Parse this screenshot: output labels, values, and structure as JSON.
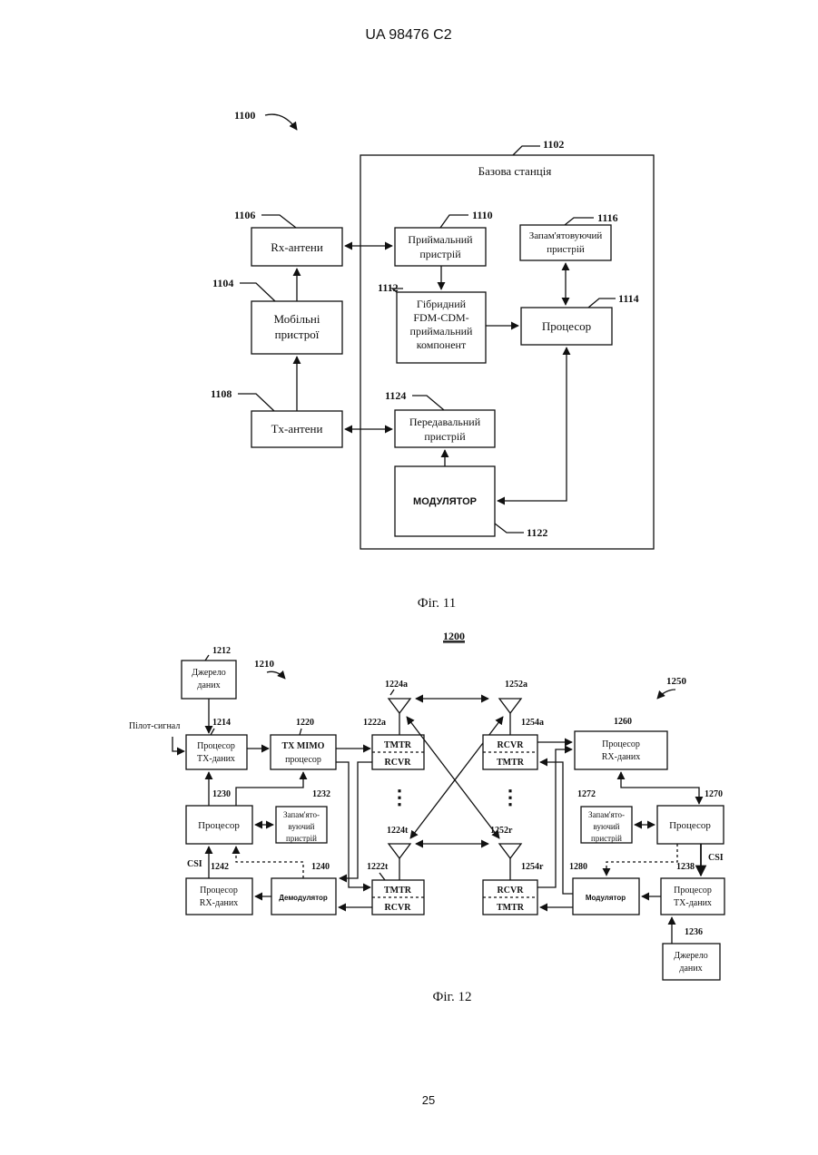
{
  "header": {
    "patent": "UA   98476   C2"
  },
  "page_number": "25",
  "fig11": {
    "caption": "Фіг. 11",
    "ref_system": "1100",
    "ref_station": "1102",
    "station_title": "Базова станція",
    "rx_antennas": {
      "ref": "1106",
      "label": "Rx-антени"
    },
    "mobile": {
      "ref": "1104",
      "line1": "Мобільні",
      "line2": "пристрої"
    },
    "tx_antennas": {
      "ref": "1108",
      "label": "Tx-антени"
    },
    "receiver": {
      "ref": "1110",
      "line1": "Приймальний",
      "line2": "пристрій"
    },
    "memory": {
      "ref": "1116",
      "line1": "Запам'ятовуючий",
      "line2": "пристрій"
    },
    "hybrid": {
      "ref": "1112",
      "line1": "Гібридний",
      "line2": "FDM-CDM-",
      "line3": "приймальний",
      "line4": "компонент"
    },
    "processor": {
      "ref": "1114",
      "label": "Процесор"
    },
    "transmitter": {
      "ref": "1124",
      "line1": "Передавальний",
      "line2": "пристрій"
    },
    "modulator": {
      "ref": "1122",
      "label": "МОДУЛЯТОР"
    }
  },
  "fig12": {
    "caption": "Фіг. 12",
    "ref_system": "1200",
    "ref_left": "1210",
    "ref_right": "1250",
    "pilot": "Пілот-сигнал",
    "csi": "CSI",
    "dots": "⋮",
    "data_source_l": {
      "ref": "1212",
      "line1": "Джерело",
      "line2": "даних"
    },
    "tx_proc_l": {
      "ref": "1214",
      "line1": "Процесор",
      "line2": "TX-даних"
    },
    "tx_mimo": {
      "ref": "1220",
      "line1": "TX MIMO",
      "line2": "процесор"
    },
    "proc_l": {
      "ref": "1230",
      "label": "Процесор"
    },
    "mem_l": {
      "ref": "1232",
      "line1": "Запам'ято-",
      "line2": "вуючий",
      "line3": "пристрій"
    },
    "rx_proc_l": {
      "ref": "1242",
      "line1": "Процесор",
      "line2": "RX-даних"
    },
    "demod": {
      "ref": "1240",
      "label": "Демодулятор"
    },
    "tmtr_a": {
      "ref": "1222a",
      "top": "TMTR",
      "bottom": "RCVR"
    },
    "tmtr_t": {
      "ref": "1222t",
      "top": "TMTR",
      "bottom": "RCVR"
    },
    "ant_l_a": "1224a",
    "ant_l_t": "1224t",
    "ant_r_a": "1252a",
    "ant_r_r": "1252r",
    "rcvr_a": {
      "ref": "1254a",
      "top": "RCVR",
      "bottom": "TMTR"
    },
    "rcvr_r": {
      "ref": "1254r",
      "top": "RCVR",
      "bottom": "TMTR"
    },
    "rx_proc_r": {
      "ref": "1260",
      "line1": "Процесор",
      "line2": "RX-даних"
    },
    "mem_r": {
      "ref": "1272",
      "line1": "Запам'ято-",
      "line2": "вуючий",
      "line3": "пристрій"
    },
    "proc_r": {
      "ref": "1270",
      "label": "Процесор"
    },
    "mod_r": {
      "ref": "1280",
      "label": "Модулятор"
    },
    "tx_proc_r": {
      "ref": "1238",
      "line1": "Процесор",
      "line2": "TX-даних"
    },
    "data_source_r": {
      "ref": "1236",
      "line1": "Джерело",
      "line2": "даних"
    }
  }
}
